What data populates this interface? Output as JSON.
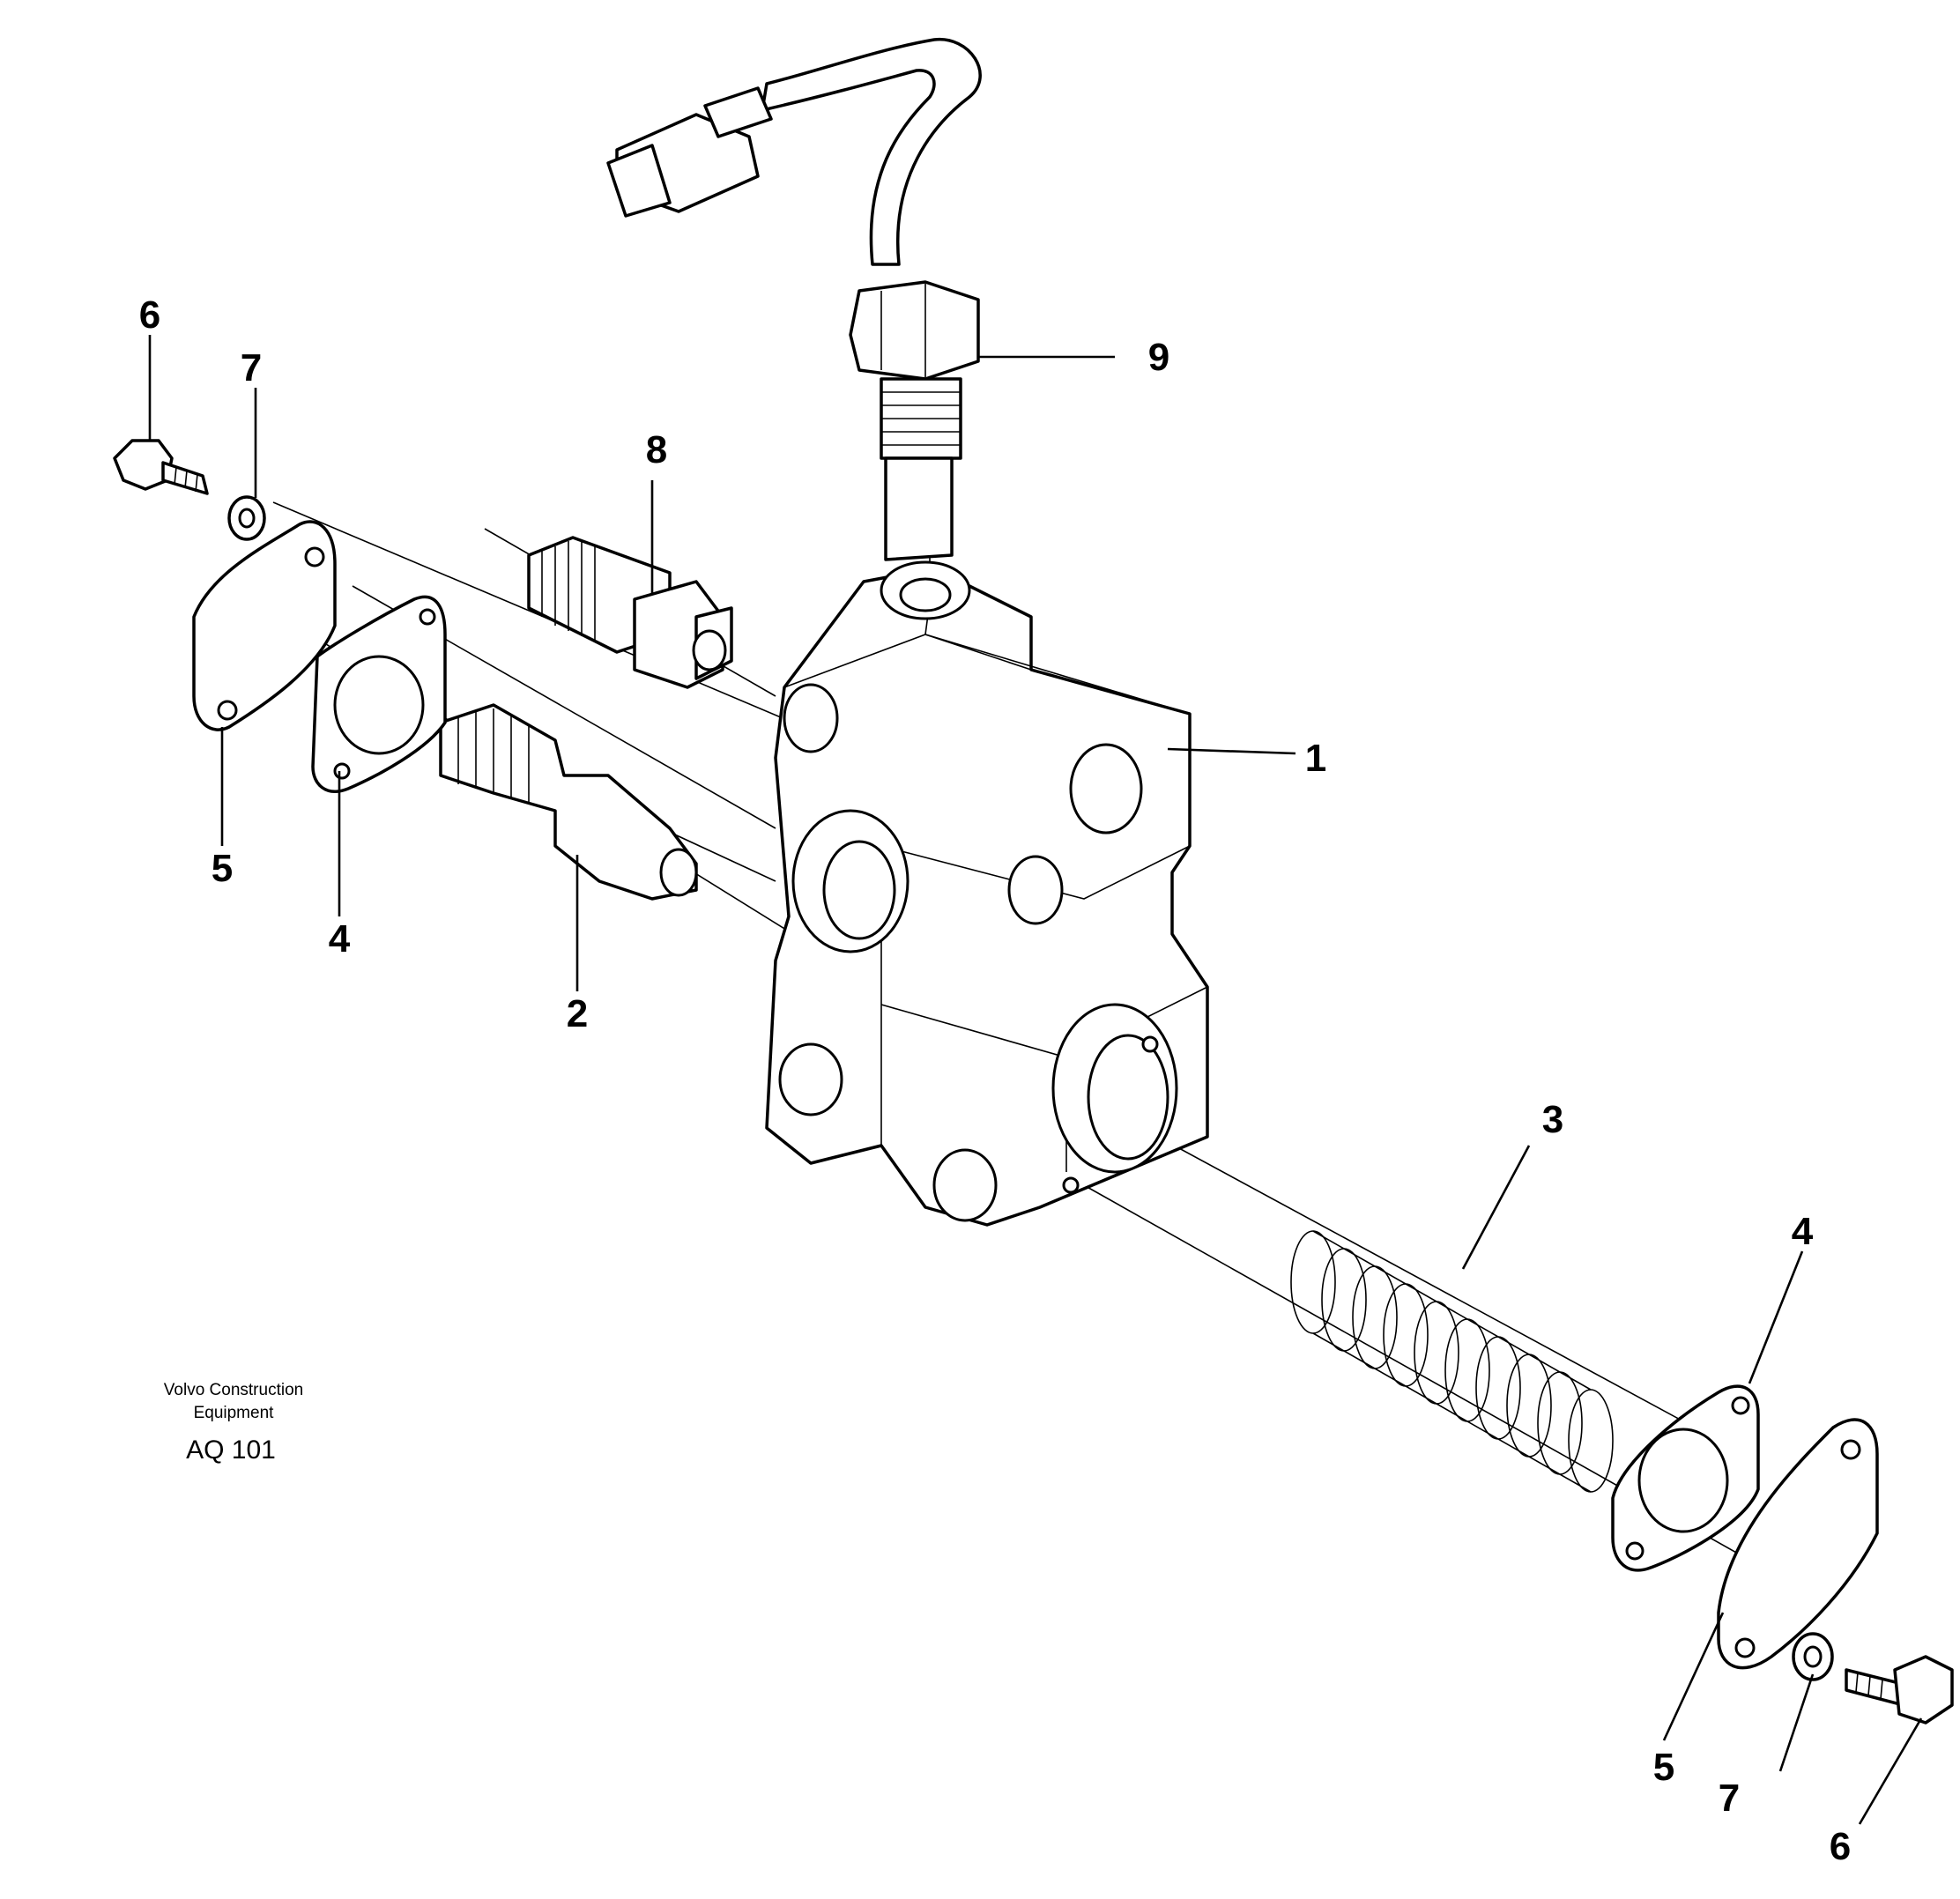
{
  "diagram": {
    "callouts": {
      "housing": "1",
      "valve_spool": "2",
      "spring": "3",
      "gasket_left": "4",
      "gasket_right": "4",
      "cover_left": "5",
      "cover_right": "5",
      "screw_left": "6",
      "screw_right": "6",
      "washer_left": "7",
      "washer_right": "7",
      "nipple": "8",
      "sensor": "9"
    },
    "caption": {
      "line1": "Volvo Construction",
      "line2": "Equipment",
      "code": "AQ 101"
    }
  }
}
